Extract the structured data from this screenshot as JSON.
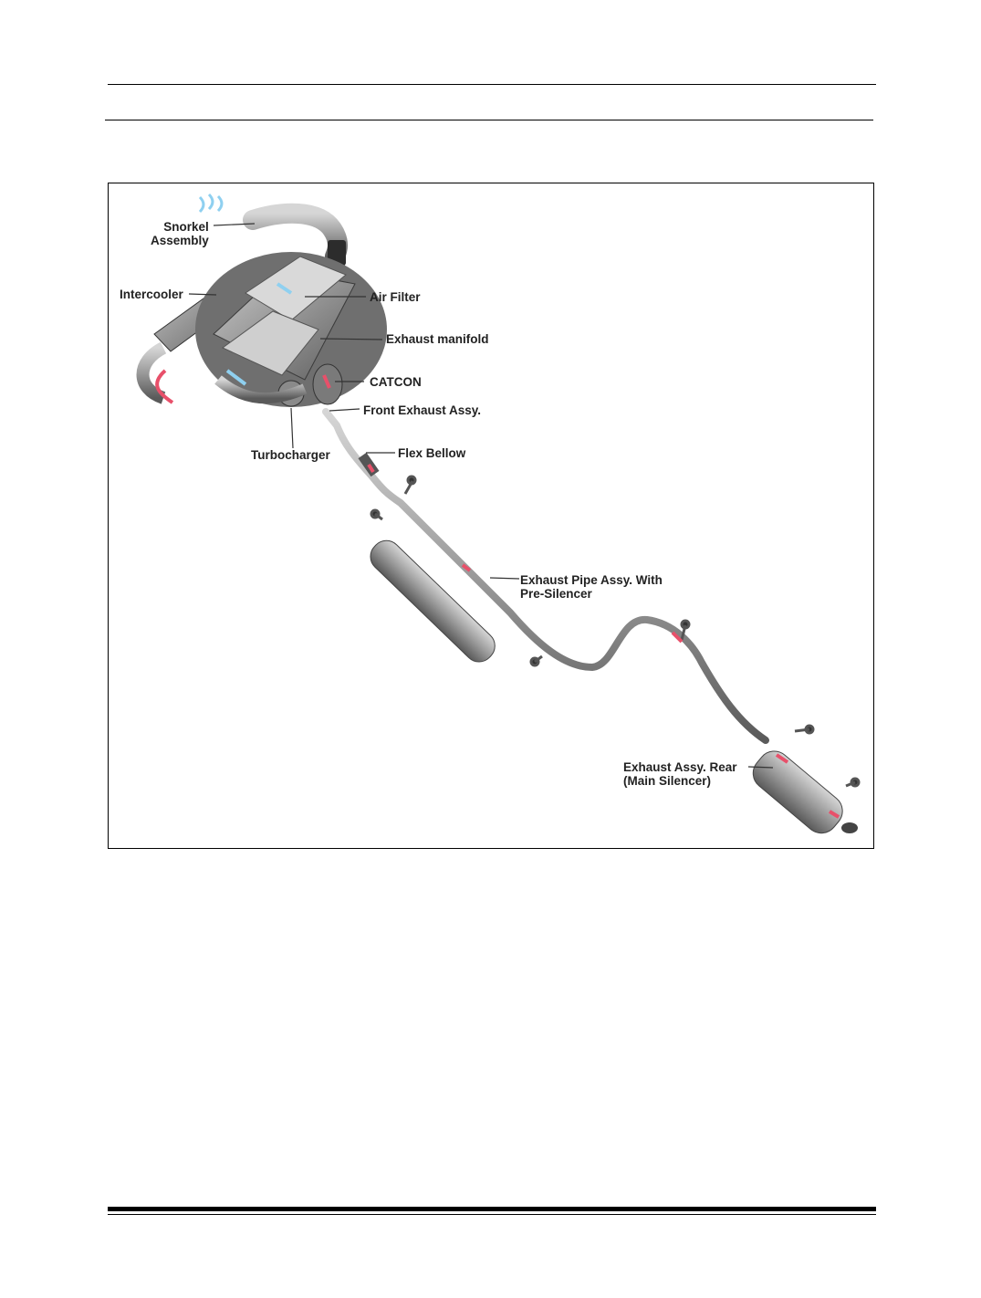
{
  "labels": {
    "snorkel_line1": "Snorkel",
    "snorkel_line2": "Assembly",
    "intercooler": "Intercooler",
    "air_filter": "Air Filter",
    "exhaust_manifold": "Exhaust manifold",
    "catcon": "CATCON",
    "front_exhaust": "Front Exhaust Assy.",
    "turbocharger": "Turbocharger",
    "flex_bellow": "Flex Bellow",
    "pre_silencer_line1": "Exhaust Pipe Assy. With",
    "pre_silencer_line2": "Pre-Silencer",
    "rear_line1": "Exhaust Assy. Rear",
    "rear_line2": "(Main Silencer)"
  },
  "colors": {
    "intake_flow": "#8fd0f0",
    "exhaust_flow": "#e8506a",
    "metal": "#9a9a9a",
    "rule": "#000000"
  }
}
